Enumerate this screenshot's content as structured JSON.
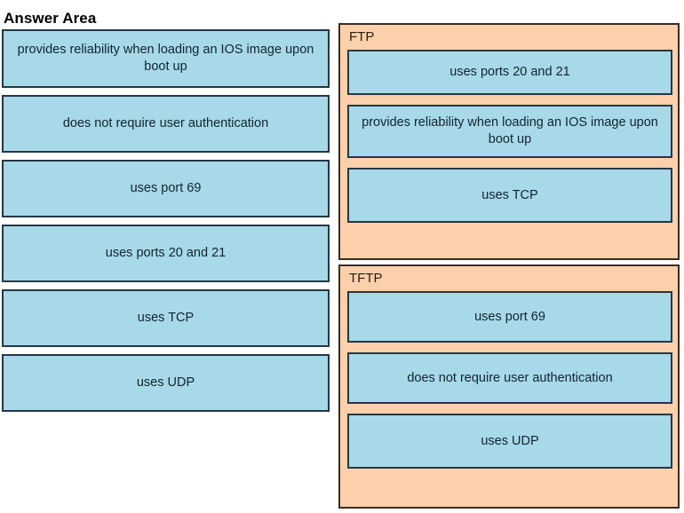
{
  "page": {
    "title": "Answer Area"
  },
  "answer_bank": {
    "name": "answer-bank",
    "tiles": [
      {
        "label": "provides reliability when loading an IOS image upon boot up",
        "size": "tall"
      },
      {
        "label": "does not require user authentication",
        "size": "short"
      },
      {
        "label": "uses port 69",
        "size": "short"
      },
      {
        "label": "uses ports 20 and 21",
        "size": "short"
      },
      {
        "label": "uses TCP",
        "size": "short"
      },
      {
        "label": "uses UDP",
        "size": "short"
      }
    ]
  },
  "categories": [
    {
      "label": "FTP",
      "tiles": [
        {
          "label": "uses ports 20 and 21",
          "size": "h51"
        },
        {
          "label": "provides reliability when loading an IOS image upon boot up",
          "size": "h60"
        },
        {
          "label": "uses TCP",
          "size": "h62"
        }
      ]
    },
    {
      "label": "TFTP",
      "tiles": [
        {
          "label": "uses port 69",
          "size": "h58"
        },
        {
          "label": "does not require user authentication",
          "size": "h58"
        },
        {
          "label": "uses UDP",
          "size": "h62"
        }
      ]
    }
  ],
  "colors": {
    "tile_fill": "#a7d9e8",
    "tile_border": "#243746",
    "panel_fill": "#fbd0ab",
    "panel_border": "#3b2c22",
    "text": "#12242e",
    "background": "#ffffff"
  }
}
